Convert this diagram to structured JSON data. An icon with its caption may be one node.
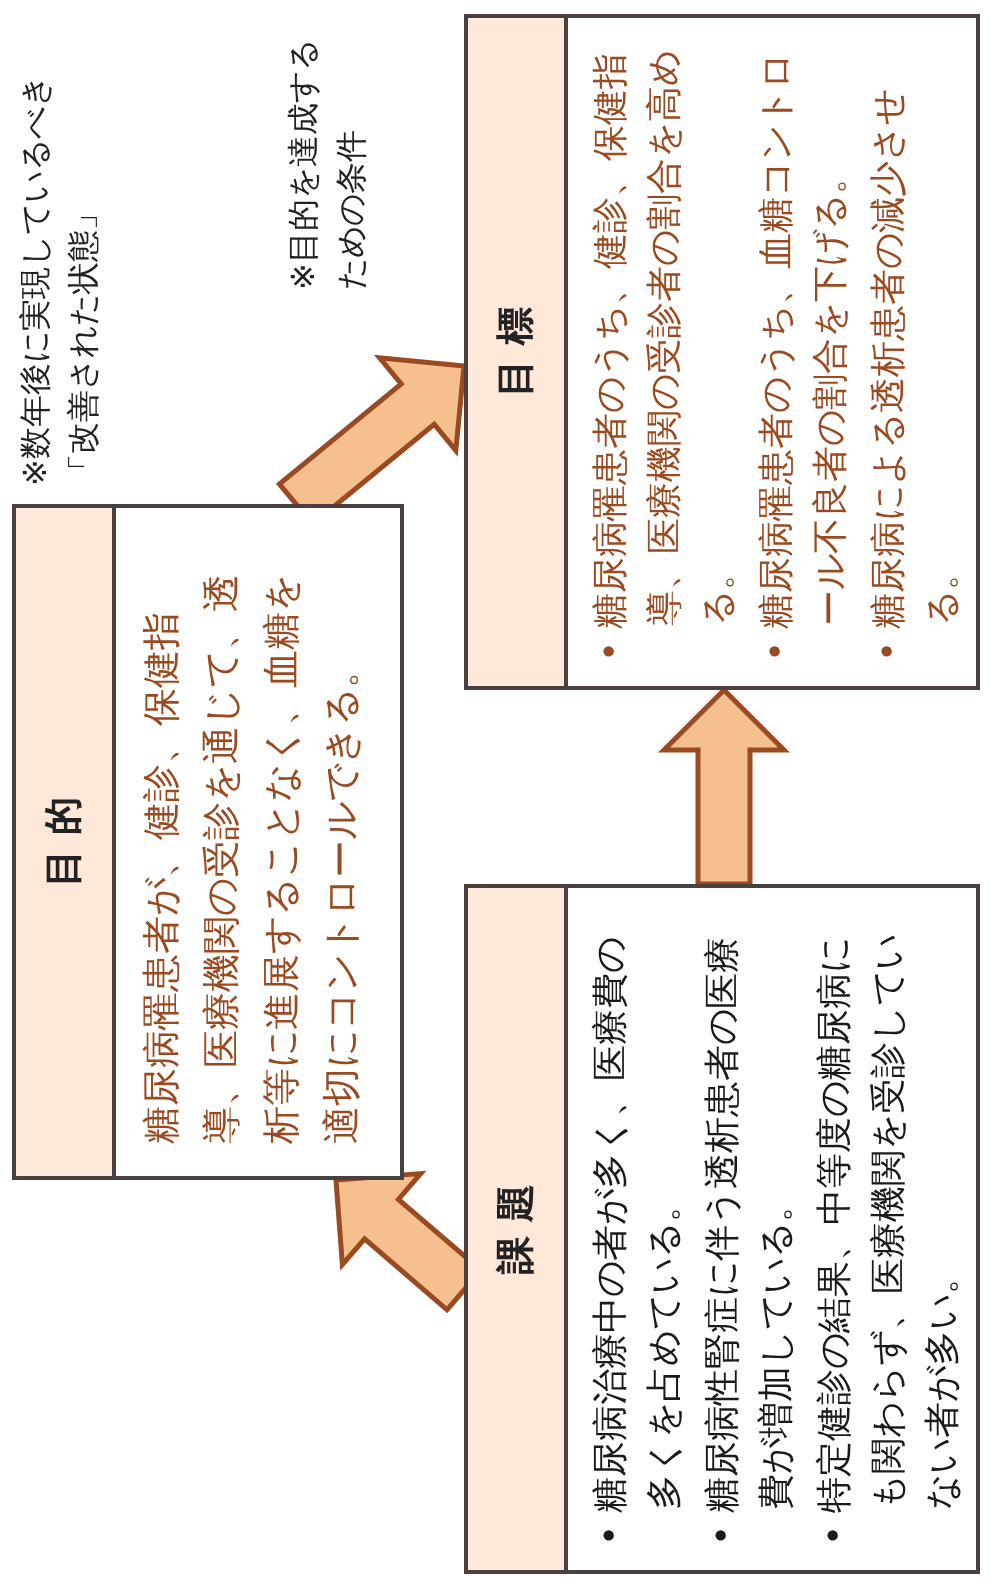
{
  "diagram": {
    "nodes": [
      {
        "text": [
          "目 的",
          "糖尿病罹患者が、健診、保健指導、医療機関の受診を通じて、透析等に進展することなく、血糖を適切にコントロールできる。"
        ],
        "beside": [
          "※数年後に実現しているべき「改善された状態」"
        ]
      },
      {
        "text": [
          "課 題",
          "• 糖尿病治療中の者が多く、医療費の多くを占めている。",
          "• 糖尿病性腎症に伴う透析患者の医療費が増加している。",
          "• 特定健診の結果、中等度の糖尿病にも関わらず、医療機関を受診していない者が多い。"
        ]
      },
      {
        "text": [
          "目 標",
          "• 糖尿病罹患者のうち、健診、保健指導、医療機関の受診者の割合を高める。",
          "• 糖尿病罹患者のうち、血糖コントロール不良者の割合を下げる。",
          "• 糖尿病による透析患者の減少させる。"
        ],
        "beside": [
          "※目的を達成するための条件"
        ]
      }
    ],
    "edges": [
      {
        "from": 1,
        "to": 0,
        "arrow": "to"
      },
      {
        "from": 1,
        "to": 2,
        "arrow": "to"
      },
      {
        "from": 0,
        "to": 2,
        "arrow": "to"
      }
    ]
  }
}
